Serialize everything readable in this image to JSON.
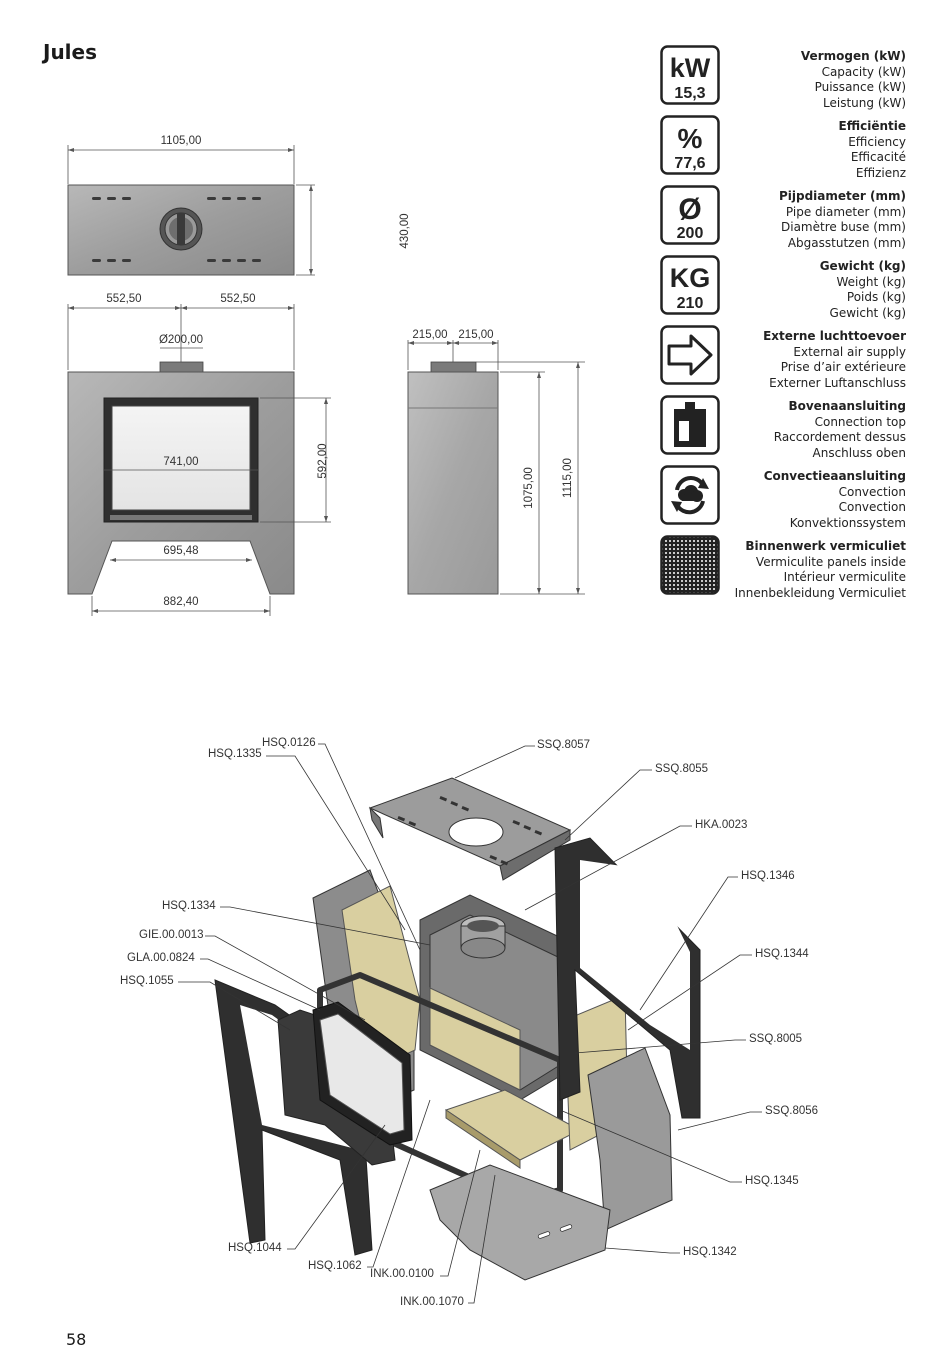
{
  "title": "Jules",
  "page_number": "58",
  "dimensions": {
    "top_width": "1105,00",
    "top_depth": "430,00",
    "front_half_left": "552,50",
    "front_half_right": "552,50",
    "flue_diameter": "Ø200,00",
    "glass_width": "741,00",
    "door_height": "592,00",
    "inner_leg_span": "695,48",
    "outer_leg_span": "882,40",
    "side_half_left": "215,00",
    "side_half_right": "215,00",
    "side_height_body": "1075,00",
    "side_height_total": "1115,00"
  },
  "specs": [
    {
      "icon": "kw-icon",
      "icon_top": "kW",
      "icon_value": "15,3",
      "lines": [
        "Vermogen (kW)",
        "Capacity (kW)",
        "Puissance (kW)",
        "Leistung (kW)"
      ]
    },
    {
      "icon": "percent-icon",
      "icon_top": "%",
      "icon_value": "77,6",
      "lines": [
        "Efficiëntie",
        "Efficiency",
        "Efficacité",
        "Effizienz"
      ]
    },
    {
      "icon": "diameter-icon",
      "icon_top": "Ø",
      "icon_value": "200",
      "lines": [
        "Pijpdiameter (mm)",
        "Pipe diameter (mm)",
        "Diamètre buse (mm)",
        "Abgasstutzen (mm)"
      ]
    },
    {
      "icon": "weight-icon",
      "icon_top": "KG",
      "icon_value": "210",
      "lines": [
        "Gewicht (kg)",
        "Weight (kg)",
        "Poids (kg)",
        "Gewicht (kg)"
      ]
    },
    {
      "icon": "arrow-right-icon",
      "lines": [
        "Externe luchttoevoer",
        "External air supply",
        "Prise d’air extérieure",
        "Externer Luftanschluss"
      ]
    },
    {
      "icon": "stove-top-connection-icon",
      "lines": [
        "Bovenaansluiting",
        "Connection top",
        "Raccordement dessus",
        "Anschluss oben"
      ]
    },
    {
      "icon": "convection-icon",
      "lines": [
        "Convectieaansluiting",
        "Convection",
        "Convection",
        "Konvektionssystem"
      ]
    },
    {
      "icon": "vermiculite-grid-icon",
      "lines": [
        "Binnenwerk vermiculiet",
        "Vermiculite panels inside",
        "Intérieur vermiculite",
        "Innenbekleidung Vermiculiet"
      ]
    }
  ],
  "parts": [
    "HSQ.0126",
    "HSQ.1335",
    "SSQ.8057",
    "SSQ.8055",
    "HKA.0023",
    "HSQ.1346",
    "HSQ.1334",
    "GIE.00.0013",
    "GLA.00.0824",
    "HSQ.1055",
    "HSQ.1344",
    "SSQ.8005",
    "SSQ.8056",
    "HSQ.1345",
    "HSQ.1342",
    "HSQ.1044",
    "HSQ.1062",
    "INK.00.0100",
    "INK.00.1070"
  ],
  "colors": {
    "steel": "#9a9a9a",
    "dark_steel": "#3a3a3a",
    "vermiculite": "#d9cfa0"
  }
}
